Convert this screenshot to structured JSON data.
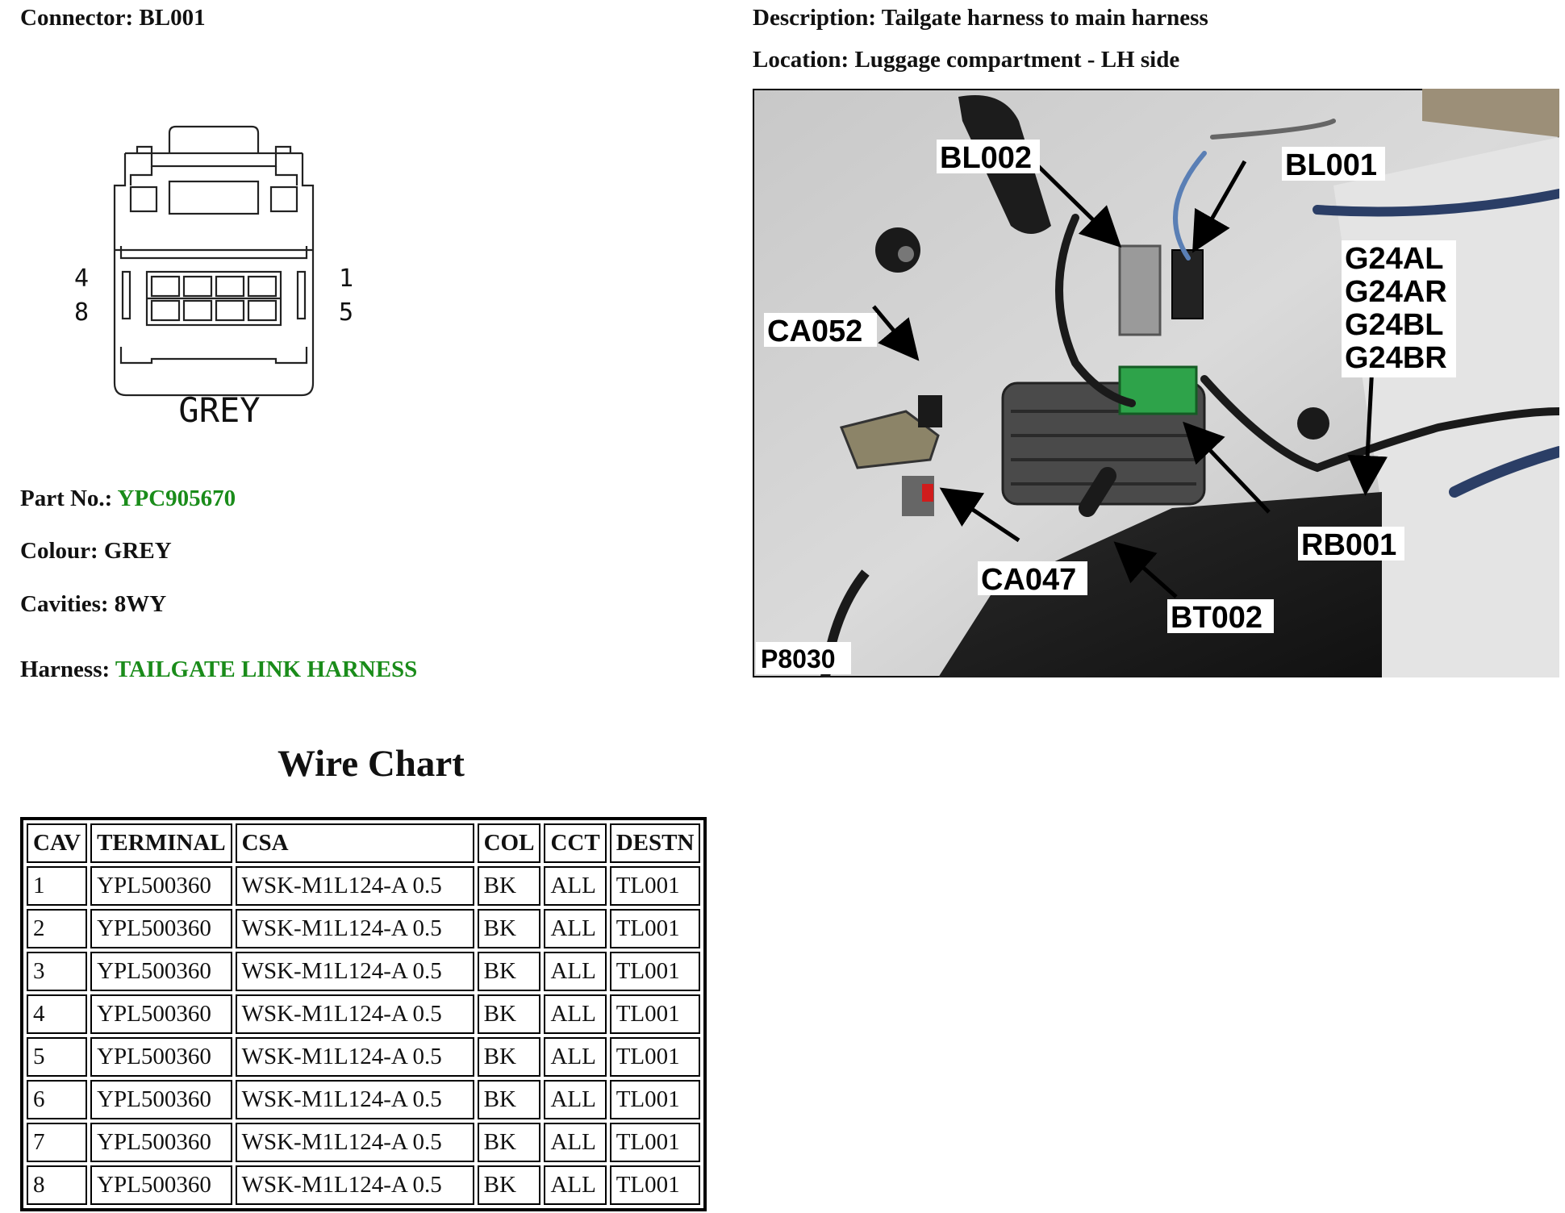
{
  "connector": {
    "label": "Connector:",
    "value": "BL001"
  },
  "description": {
    "label": "Description:",
    "value": "Tailgate harness to main harness"
  },
  "location": {
    "label": "Location:",
    "value": "Luggage compartment - LH side"
  },
  "diagram": {
    "pin_left_top": "4",
    "pin_left_bottom": "8",
    "pin_right_top": "1",
    "pin_right_bottom": "5",
    "colour_label": "GREY"
  },
  "details": {
    "part_no": {
      "label": "Part No.:",
      "value": "YPC905670"
    },
    "colour": {
      "label": "Colour:",
      "value": "GREY"
    },
    "cavities": {
      "label": "Cavities:",
      "value": "8WY"
    },
    "harness": {
      "label": "Harness:",
      "value": "TAILGATE LINK HARNESS"
    },
    "link_color": "#1a8c1a"
  },
  "wire_chart": {
    "title": "Wire Chart",
    "headers": [
      "CAV",
      "TERMINAL",
      "CSA",
      "COL",
      "CCT",
      "DESTN"
    ],
    "rows": [
      [
        "1",
        "YPL500360",
        "WSK-M1L124-A 0.5",
        "BK",
        "ALL",
        "TL001"
      ],
      [
        "2",
        "YPL500360",
        "WSK-M1L124-A 0.5",
        "BK",
        "ALL",
        "TL001"
      ],
      [
        "3",
        "YPL500360",
        "WSK-M1L124-A 0.5",
        "BK",
        "ALL",
        "TL001"
      ],
      [
        "4",
        "YPL500360",
        "WSK-M1L124-A 0.5",
        "BK",
        "ALL",
        "TL001"
      ],
      [
        "5",
        "YPL500360",
        "WSK-M1L124-A 0.5",
        "BK",
        "ALL",
        "TL001"
      ],
      [
        "6",
        "YPL500360",
        "WSK-M1L124-A 0.5",
        "BK",
        "ALL",
        "TL001"
      ],
      [
        "7",
        "YPL500360",
        "WSK-M1L124-A 0.5",
        "BK",
        "ALL",
        "TL001"
      ],
      [
        "8",
        "YPL500360",
        "WSK-M1L124-A 0.5",
        "BK",
        "ALL",
        "TL001"
      ]
    ]
  },
  "photo": {
    "labels": {
      "bl002": "BL002",
      "bl001": "BL001",
      "g24al": "G24AL",
      "g24ar": "G24AR",
      "g24bl": "G24BL",
      "g24br": "G24BR",
      "ca052": "CA052",
      "rb001": "RB001",
      "ca047": "CA047",
      "bt002": "BT002"
    },
    "figure_id": "P8030"
  }
}
